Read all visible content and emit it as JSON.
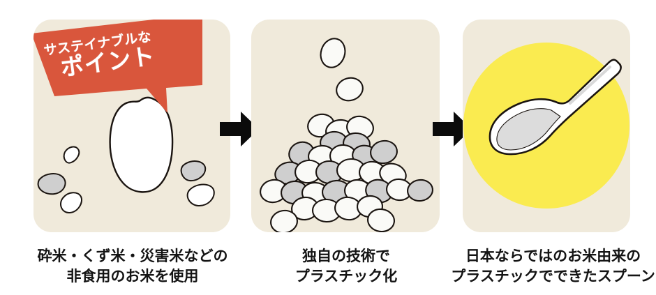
{
  "colors": {
    "panel_bg": "#F0EADB",
    "ribbon_red": "#D9563C",
    "highlight_yellow": "#FAEB50",
    "arrow_black": "#0B0B0B",
    "grain_white": "#FFFFFF",
    "pellet_grey": "#CFCFCF",
    "outline": "#1A1410",
    "caption_text": "#141414",
    "page_bg": "#FFFFFF"
  },
  "ribbon": {
    "line1": "サステイナブルな",
    "line2": "ポイント"
  },
  "steps": [
    {
      "index": 1,
      "art": "rice-grains-illustration",
      "caption_line1": "砕米・くず米・災害米などの",
      "caption_line2": "非食用のお米を使用"
    },
    {
      "index": 2,
      "art": "plastic-pellets-illustration",
      "caption_line1": "独自の技術で",
      "caption_line2": "プラスチック化"
    },
    {
      "index": 3,
      "art": "spoon-illustration",
      "caption_line1": "日本ならではのお米由来の",
      "caption_line2": "プラスチックでできたスプーン"
    }
  ],
  "arrows": [
    {
      "index": 1,
      "icon": "arrow-right-icon"
    },
    {
      "index": 2,
      "icon": "arrow-right-icon"
    }
  ]
}
